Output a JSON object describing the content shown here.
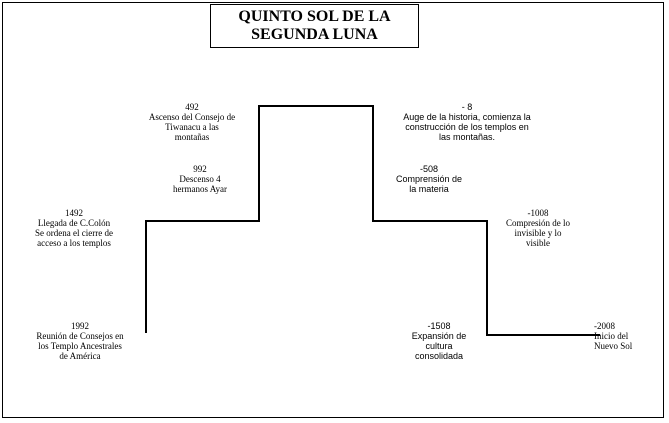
{
  "title": {
    "line1": "QUINTO SOL DE LA",
    "line2": "SEGUNDA LUNA"
  },
  "labels": {
    "l1992": [
      "1992",
      "Reunión de Consejos en",
      "los Templo Ancestrales",
      "de América"
    ],
    "l1492": [
      "1492",
      "Llegada de C.Colón",
      "Se ordena el cierre de",
      "acceso a los templos"
    ],
    "l992": [
      "992",
      "Descenso 4",
      "hermanos Ayar"
    ],
    "l492": [
      "492",
      "Ascenso del Consejo de",
      "Tiwanacu  a las",
      "montañas"
    ],
    "lm8": [
      "- 8",
      "Auge de la historia, comienza la",
      "construcción de los templos en",
      "las montañas."
    ],
    "lm508": [
      "-508",
      "Comprensión  de",
      "la  materia"
    ],
    "lm1008": [
      "-1008",
      "Compresión de lo",
      "invisible y lo",
      "visible"
    ],
    "lm1508": [
      "-1508",
      "Expansión  de",
      "cultura",
      "consolidada"
    ],
    "lm2008": [
      "-2008",
      "Inicio del",
      "Nuevo Sol"
    ]
  },
  "colors": {
    "line": "#000000",
    "background": "#ffffff"
  }
}
